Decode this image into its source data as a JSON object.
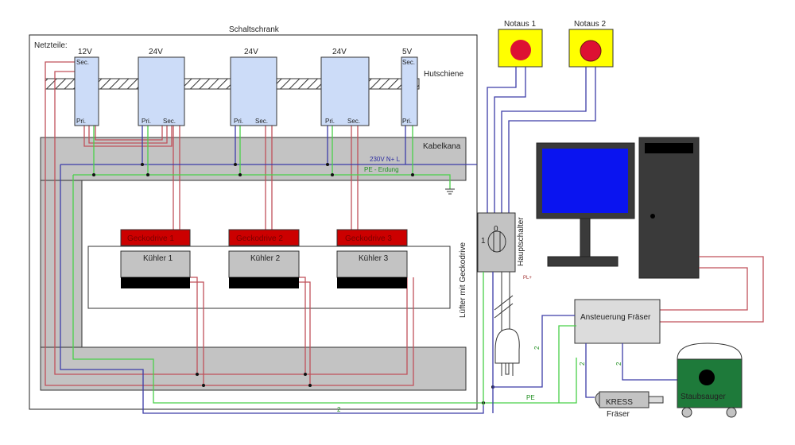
{
  "title": "Schaltschrank",
  "labels": {
    "netzteile": "Netzteile:",
    "hutschiene": "Hutschiene",
    "kabelkanal": "Kabelkana",
    "bus_230v": "230V N+ L",
    "bus_pe": "PE - Erdung",
    "luefter": "Lüfter mit Geckodrive",
    "hauptschalter": "Hauptschalter",
    "switch_pos_0": "0",
    "switch_pos_1": "1",
    "pl_plus": "PL+",
    "pe": "PE",
    "wire_count": "2",
    "ansteuerung": "Ansteuerung Fräser",
    "kress": "KRESS",
    "fraeser": "Fräser",
    "staubsauger": "Staubsauger"
  },
  "power_supplies": [
    {
      "voltage": "12V",
      "pri": "Pri.",
      "sec": "Sec."
    },
    {
      "voltage": "24V",
      "pri": "Pri.",
      "sec": "Sec."
    },
    {
      "voltage": "24V",
      "pri": "Pri.",
      "sec": "Sec."
    },
    {
      "voltage": "24V",
      "pri": "Pri.",
      "sec": "Sec."
    },
    {
      "voltage": "5V",
      "pri": "Pri.",
      "sec": "Sec."
    }
  ],
  "drives": [
    "Geckodrive 1",
    "Geckodrive 2",
    "Geckodrive 3"
  ],
  "coolers": [
    "Kühler 1",
    "Kühler 2",
    "Kühler 3"
  ],
  "emergency_stops": [
    "Notaus 1",
    "Notaus 2"
  ],
  "colors": {
    "psu": "#ccdcf8",
    "duct": "#c3c3c3",
    "drive": "#cc0000",
    "estop_body": "#ffff00",
    "estop_button": "#dd1133",
    "screen": "#0a14f0",
    "pc": "#3a3a3a",
    "vacuum": "#1e7a3a",
    "wire_red": "#c0505a",
    "wire_blue": "#3c3ca8",
    "wire_green": "#49d049"
  }
}
